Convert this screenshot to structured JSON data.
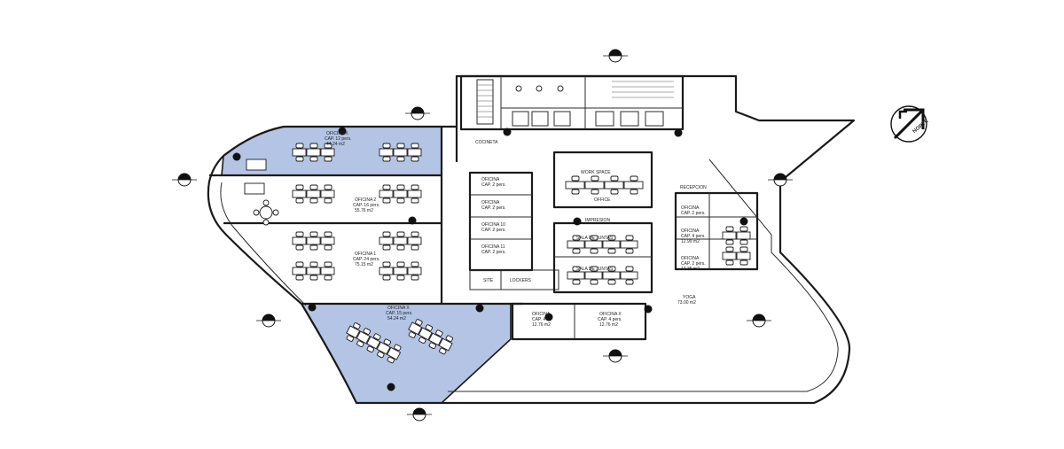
{
  "north_label": "NORTE",
  "rooms": {
    "oficina_x_top": {
      "name": "OFICINA X",
      "cap": "CAP. 12 pers.",
      "area": "44.24 m2"
    },
    "oficina_2": {
      "name": "OFICINA 2",
      "cap": "CAP. 16 pers.",
      "area": "55.76 m2"
    },
    "oficina_1": {
      "name": "OFICINA 1",
      "cap": "CAP. 24 pers.",
      "area": "75.15 m2"
    },
    "oficina_x_bottom": {
      "name": "OFICINA X",
      "cap": "CAP. 15 pers.",
      "area": "54.24 m2"
    },
    "oficina_small_1": {
      "name": "OFICINA",
      "cap": "CAP. 2 pers."
    },
    "oficina_small_2": {
      "name": "OFICINA",
      "cap": "CAP. 2 pers."
    },
    "oficina_small_3": {
      "name": "OFICINA 10",
      "cap": "CAP. 2 pers."
    },
    "oficina_small_4": {
      "name": "OFICINA 11",
      "cap": "CAP. 2 pers."
    },
    "work_space": {
      "name": "WORK SPACE"
    },
    "office_fo": {
      "name": "OFFICE"
    },
    "impresion": {
      "name": "IMPRESION"
    },
    "sala_juntas_1": {
      "name": "SALA DE JUNTAS"
    },
    "sala_juntas_2": {
      "name": "SALA DE JUNTAS"
    },
    "site": {
      "name": "SITE"
    },
    "lockers": {
      "name": "LOCKERS"
    },
    "oficina_x_mid": {
      "name": "OFICINA X",
      "cap": "CAP. 4 pers.",
      "area": "12.76 m2"
    },
    "oficina_mid_left": {
      "name": "OFICINA",
      "cap": "CAP. 4",
      "area": "12.76 m2"
    },
    "recepcion": {
      "name": "RECEPCION"
    },
    "oficina_r1": {
      "name": "OFICINA",
      "cap": "CAP. 2 pers."
    },
    "oficina_r2": {
      "name": "OFICINA",
      "cap": "CAP. 4 pers.",
      "area": "12.99 m2"
    },
    "oficina_r3": {
      "name": "OFICINA",
      "cap": "CAP. 2 pers.",
      "area": "12.35 m2"
    },
    "yoga": {
      "name": "YOGA",
      "area": "73.00 m2"
    },
    "kitchen": {
      "name": "COCINETA"
    }
  }
}
